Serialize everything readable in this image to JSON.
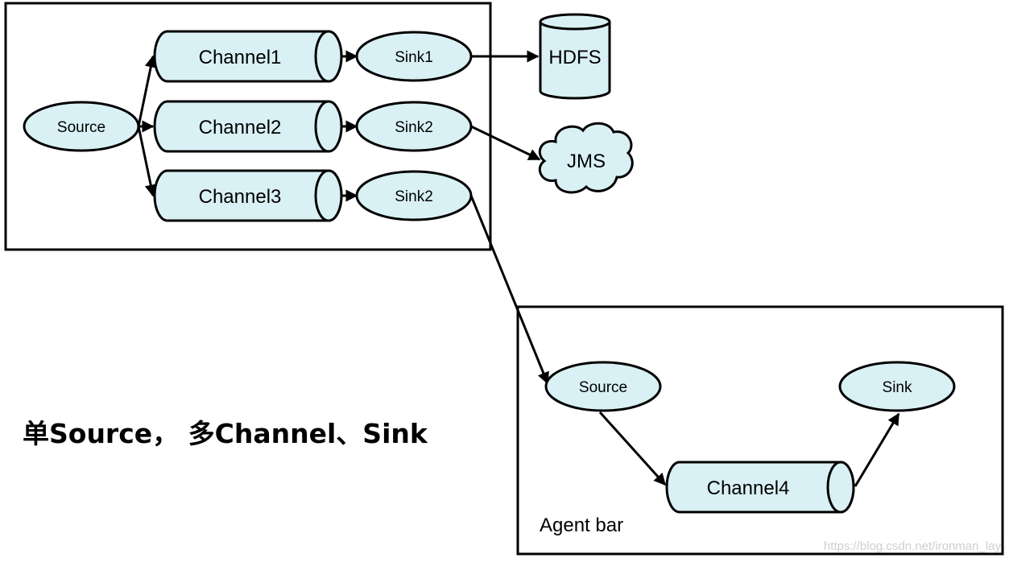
{
  "agent_foo": {
    "source_label": "Source",
    "channels": [
      {
        "label": "Channel1"
      },
      {
        "label": "Channel2"
      },
      {
        "label": "Channel3"
      }
    ],
    "sinks": [
      {
        "label": "Sink1"
      },
      {
        "label": "Sink2"
      },
      {
        "label": "Sink2"
      }
    ]
  },
  "destinations": {
    "hdfs_label": "HDFS",
    "jms_label": "JMS"
  },
  "agent_bar": {
    "title": "Agent bar",
    "source_label": "Source",
    "channel_label": "Channel4",
    "sink_label": "Sink"
  },
  "caption": "单Source， 多Channel、Sink",
  "watermark": "https://blog.csdn.net/ironman_lay",
  "colors": {
    "node_fill": "#d9f1f5",
    "stroke": "#000000"
  }
}
